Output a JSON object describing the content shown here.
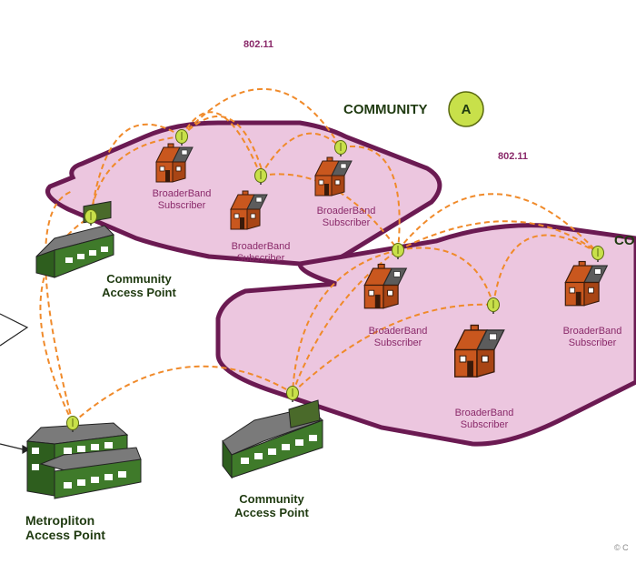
{
  "protocol_labels": [
    "802.11",
    "802.11"
  ],
  "community_a": {
    "title": "COMMUNITY",
    "badge": "A"
  },
  "community_b": {
    "title": "CO"
  },
  "subscriber_label": "BroaderBand Subscriber",
  "subscribers": [
    "BroaderBand Subscriber",
    "BroaderBand Subscriber",
    "BroaderBand Subscriber",
    "BroaderBand Subscriber",
    "BroaderBand Subscriber",
    "BroaderBand Subscriber"
  ],
  "community_access_points": [
    "Community Access Point",
    "Community Access Point"
  ],
  "metro_access_point": "Metropliton Access Point",
  "copyright": "© C",
  "colors": {
    "zone_fill": "#ecc6df",
    "zone_stroke": "#6b1a52",
    "link": "#f08a2a",
    "house_wall": "#c9571e",
    "house_roof": "#5c5c5c",
    "building_wall": "#3f7a2a",
    "antenna": "#c8e04a",
    "badge_fill": "#c8e04a"
  }
}
